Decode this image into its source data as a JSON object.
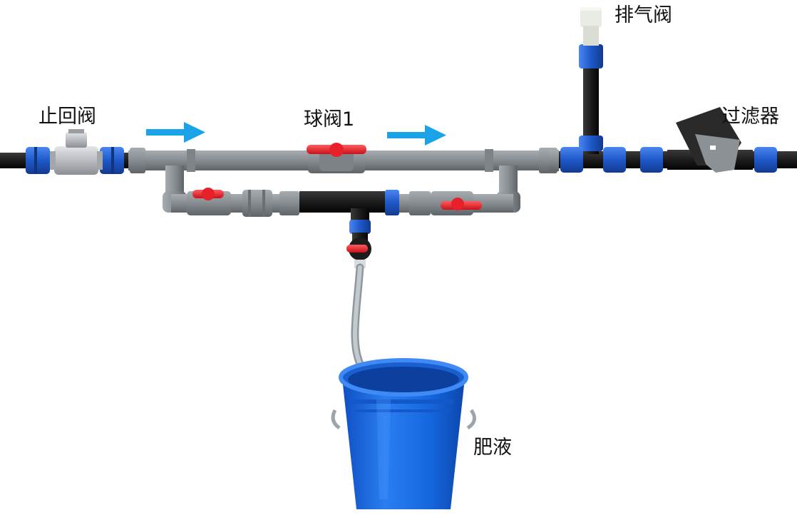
{
  "labels": {
    "check_valve": "止回阀",
    "ball_valve": "球阀1",
    "exhaust_valve": "排气阀",
    "filter": "过滤器",
    "fertilizer_liquid": "肥液"
  },
  "colors": {
    "flow_arrow": "#1aa3e8",
    "pvc_pipe": "#8a8f93",
    "black_pipe": "#1c1c1c",
    "coupling_blue": "#1f58c9",
    "valve_handle": "#e8202a",
    "bucket": "#1668e0",
    "hose": "#a9b3b7"
  },
  "flow_direction": "left-to-right"
}
